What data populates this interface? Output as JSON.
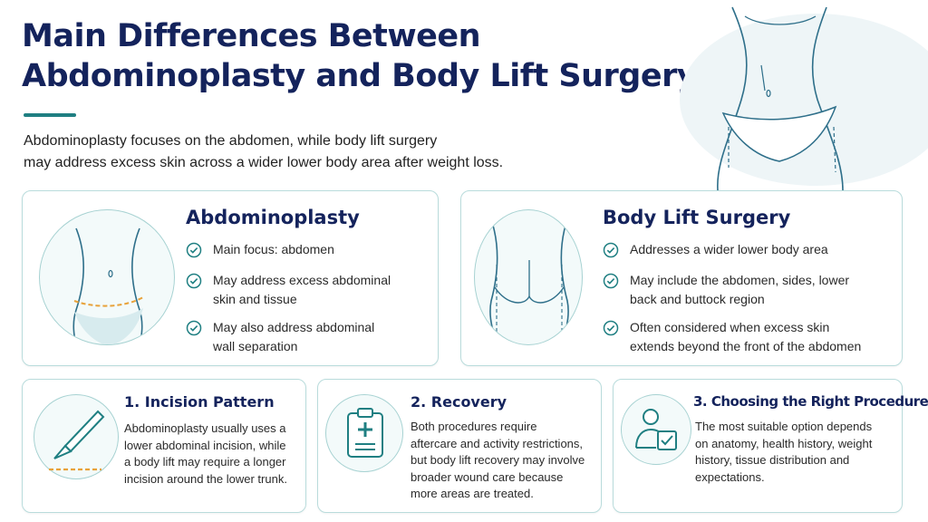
{
  "header": {
    "title_line1": "Main Differences Between",
    "title_line2": "Abdominoplasty and Body Lift Surgery",
    "intro_line1": "Abdominoplasty focuses on the abdomen, while body lift surgery",
    "intro_line2": "may address excess skin across a wider lower body area after weight loss."
  },
  "abdominoplasty": {
    "title": "Abdominoplasty",
    "icon": "torso-icon",
    "points": [
      {
        "line1": "Main focus: abdomen",
        "line2": ""
      },
      {
        "line1": "May address excess abdominal",
        "line2": "skin and tissue"
      },
      {
        "line1": "May also address abdominal",
        "line2": "wall separation"
      }
    ]
  },
  "body_lift": {
    "title": "Body Lift Surgery",
    "icon": "buttocks-icon",
    "points": [
      {
        "line1": "Addresses a wider lower body area",
        "line2": ""
      },
      {
        "line1": "May include the abdomen, sides, lower",
        "line2": "back and buttock region"
      },
      {
        "line1": "Often considered when excess skin",
        "line2": "extends beyond the front of the abdomen"
      }
    ]
  },
  "sections": [
    {
      "title": "1.  Incision Pattern",
      "icon": "scalpel-icon",
      "lines": [
        "Abdominoplasty usually uses a",
        "lower abdominal incision, while",
        "a body lift may require a longer",
        "incision around the lower trunk."
      ]
    },
    {
      "title": "2. Recovery",
      "icon": "clipboard-icon",
      "lines": [
        "Both procedures require",
        "aftercare and activity restrictions,",
        "but body lift recovery may involve",
        "broader wound care because",
        "more areas are treated."
      ]
    },
    {
      "title": "3. Choosing the Right Procedure",
      "icon": "person-check-icon",
      "lines": [
        "The most suitable option depends",
        "on anatomy, health history, weight",
        "history, tissue distribution and",
        "expectations."
      ]
    }
  ],
  "colors": {
    "navy": "#14235c",
    "teal": "#1f7f82",
    "incision_orange": "#e8a23a",
    "card_border": "#b9dcdc"
  }
}
